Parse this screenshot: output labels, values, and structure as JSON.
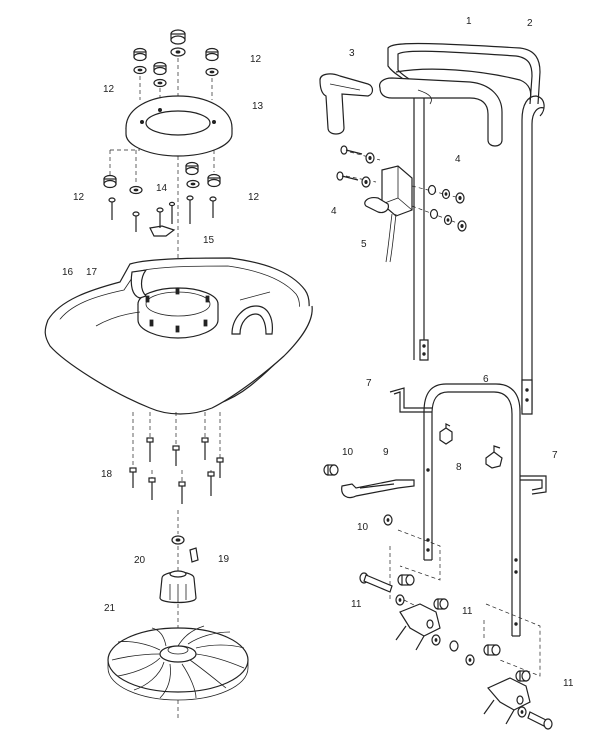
{
  "callouts": {
    "c1": "1",
    "c2": "2",
    "c3": "3",
    "c4a": "4",
    "c4b": "4",
    "c5": "5",
    "c6": "6",
    "c7a": "7",
    "c7b": "7",
    "c8": "8",
    "c9": "9",
    "c10a": "10",
    "c10b": "10",
    "c11a": "11",
    "c11b": "11",
    "c11c": "11",
    "c12a": "12",
    "c12b": "12",
    "c12c": "12",
    "c12d": "12",
    "c13": "13",
    "c14": "14",
    "c15": "15",
    "c16": "16",
    "c17": "17",
    "c18": "18",
    "c19": "19",
    "c20": "20",
    "c21": "21"
  }
}
